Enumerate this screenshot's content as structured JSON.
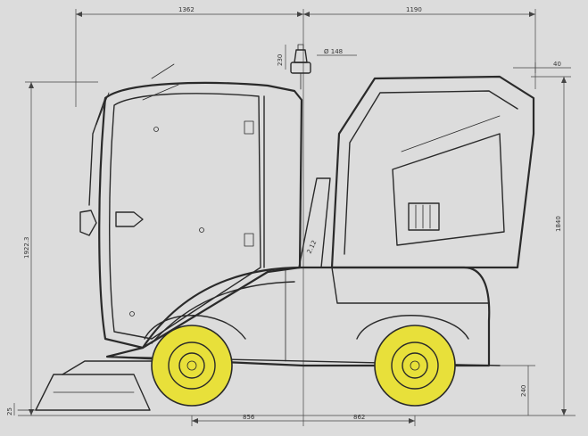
{
  "dimensions": {
    "top_left": "1362",
    "top_right": "1190",
    "beacon_height": "230",
    "beacon_diameter": "Ø 148",
    "rear_offset": "40",
    "total_height": "1922.3",
    "rear_height": "1840",
    "ground_clearance": "240",
    "front_axle": "856",
    "rear_axle": "862",
    "cab_label": "2.12",
    "left_small": "25"
  },
  "colors": {
    "background": "#dcdcdc",
    "line": "#2a2a2a",
    "wheel": "#e8e03a"
  }
}
